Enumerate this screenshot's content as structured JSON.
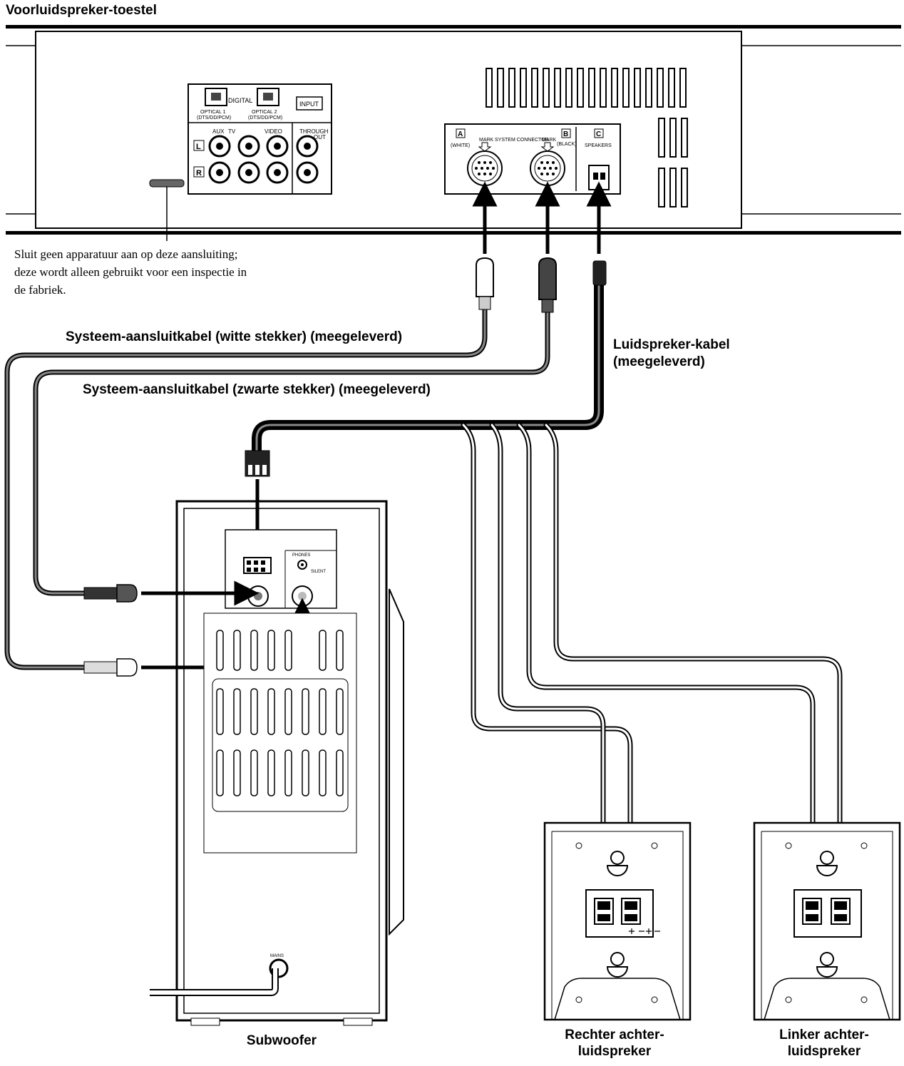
{
  "title": "Voorluidspreker-toestel",
  "note": {
    "lines": [
      "Sluit geen apparatuur aan op deze aansluiting;",
      "deze wordt alleen gebruikt voor een inspectie in",
      "de fabriek."
    ]
  },
  "cables": {
    "white": "Systeem-aansluitkabel (witte stekker) (meegeleverd)",
    "black": "Systeem-aansluitkabel (zwarte stekker) (meegeleverd)",
    "speaker_lines": [
      "Luidspreker-kabel",
      "(meegeleverd)"
    ]
  },
  "front_unit": {
    "digital": "DIGITAL",
    "optical1": "OPTICAL 1",
    "optical2": "OPTICAL 2",
    "dts": "(DTS/DD/PCM)",
    "input": "INPUT",
    "aux": "AUX",
    "tv": "TV",
    "video": "VIDEO",
    "through": "THROUGH",
    "out": "OUT",
    "left": "L",
    "right": "R",
    "system_connector": "SYSTEM CONNECTOR",
    "mark": "MARK",
    "a": "A",
    "b": "B",
    "c": "C",
    "white_tag": "(WHITE)",
    "black_tag": "(BLACK)",
    "speakers": "SPEAKERS"
  },
  "subwoofer_panel": {
    "phones": "PHONES",
    "silent": "SILENT",
    "mains": "MAINS"
  },
  "captions": {
    "subwoofer": "Subwoofer",
    "right_rear": [
      "Rechter achter-",
      "luidspreker"
    ],
    "left_rear": [
      "Linker achter-",
      "luidspreker"
    ]
  }
}
